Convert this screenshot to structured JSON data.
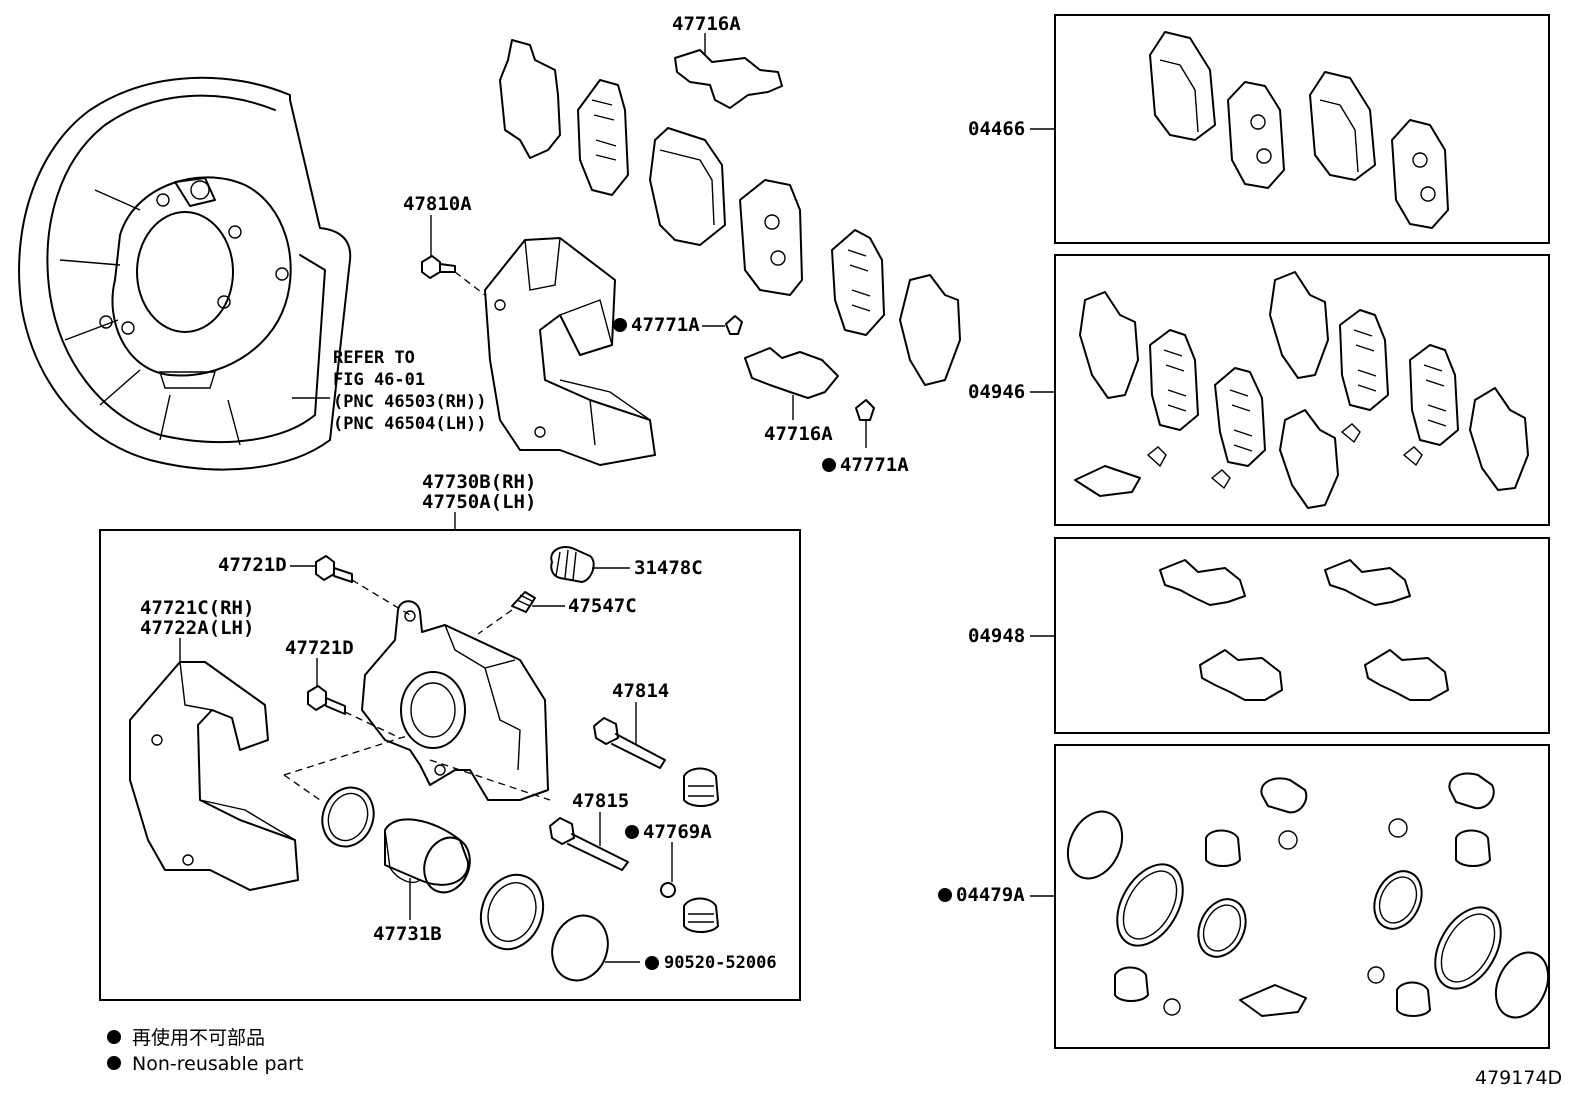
{
  "labels": {
    "p47716A_top": "47716A",
    "p47810A": "47810A",
    "p47771A_1": "47771A",
    "p47716A_mid": "47716A",
    "p47771A_2": "47771A",
    "refer_line1": "REFER TO",
    "refer_line2": "FIG 46-01",
    "refer_line3": "(PNC 46503(RH))",
    "refer_line4": "(PNC 46504(LH))",
    "caliper_rh": "47730B(RH)",
    "caliper_lh": "47750A(LH)",
    "p47721D_1": "47721D",
    "p31478C": "31478C",
    "p47547C": "47547C",
    "bracket_rh": "47721C(RH)",
    "bracket_lh": "47722A(LH)",
    "p47721D_2": "47721D",
    "p47814": "47814",
    "p47815": "47815",
    "p47769A": "47769A",
    "p47731B": "47731B",
    "p90520": "90520-52006",
    "k04466": "04466",
    "k04946": "04946",
    "k04948": "04948",
    "k04479A": "04479A"
  },
  "legend": {
    "line_jp": "再使用不可部品",
    "line_en": "Non-reusable part"
  },
  "figure_id": "479174D"
}
